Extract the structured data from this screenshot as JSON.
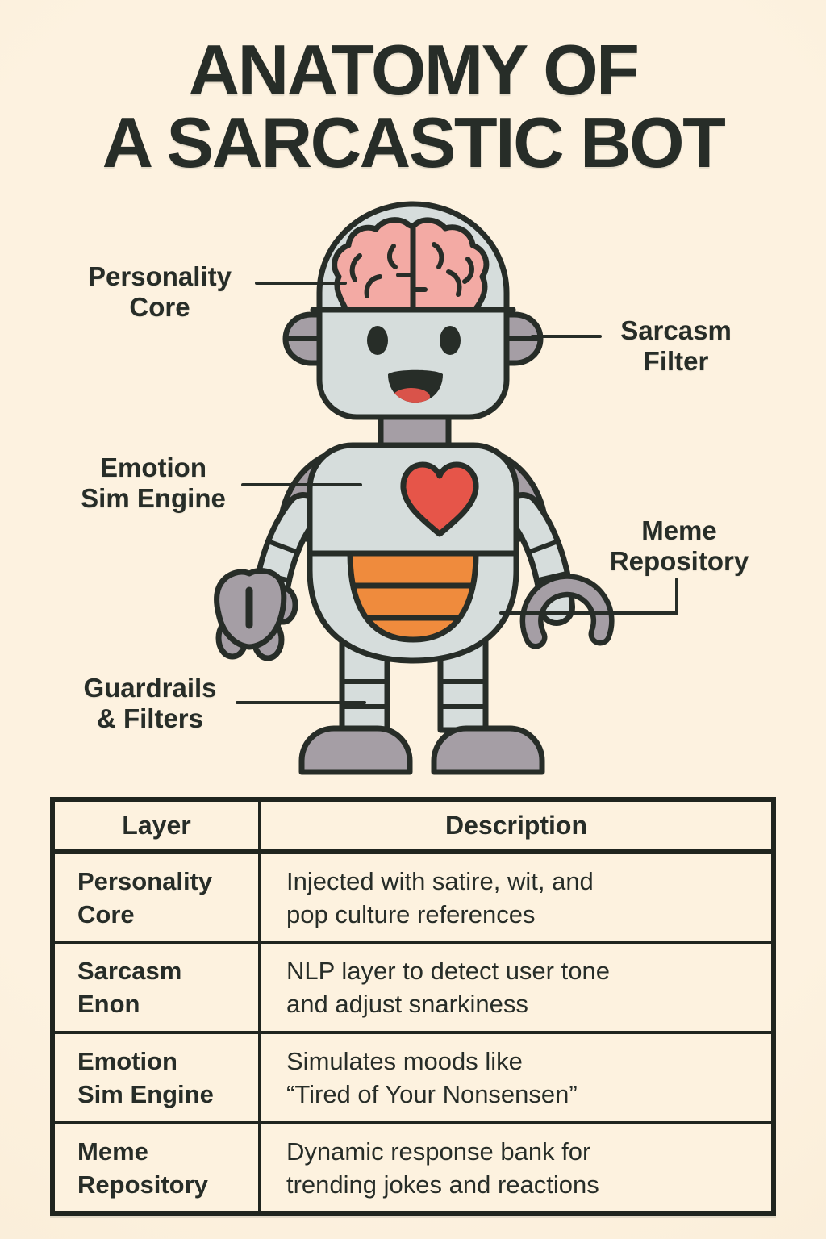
{
  "title": {
    "line1": "ANATOMY OF",
    "line2": "A SARCASTIC BOT"
  },
  "callouts": [
    {
      "line1": "Personality",
      "line2": "Core"
    },
    {
      "line1": "Sarcasm",
      "line2": "Filter"
    },
    {
      "line1": "Emotion",
      "line2": "Sim Engine"
    },
    {
      "line1": "Meme",
      "line2": "Repository"
    },
    {
      "line1": "Guardrails",
      "line2": "& Filters"
    }
  ],
  "robot": {
    "icon_parts": [
      "brain-icon",
      "ear-icon-left",
      "ear-icon-right",
      "eye-icon-left",
      "eye-icon-right",
      "smile-mouth-icon",
      "heart-icon",
      "striped-belly-panel-icon",
      "shield-hand-icon",
      "claw-hand-icon"
    ]
  },
  "table": {
    "headers": [
      "Layer",
      "Description"
    ],
    "rows": [
      {
        "layer": [
          "Personality",
          "Core"
        ],
        "description": [
          "Injected with satire, wit, and",
          "pop culture references"
        ]
      },
      {
        "layer": [
          "Sarcasm",
          "Enon"
        ],
        "description": [
          "NLP layer to detect user tone",
          "and adjust snarkiness"
        ]
      },
      {
        "layer": [
          "Emotion",
          "Sim Engine"
        ],
        "description": [
          "Simulates moods like",
          "“Tired of Your Nonsensen”"
        ]
      },
      {
        "layer": [
          "Meme",
          "Repository"
        ],
        "description": [
          "Dynamic response bank for",
          "trending jokes and reactions"
        ]
      }
    ]
  },
  "colors": {
    "background": "#fcf0db",
    "ink": "#272d28",
    "body_gray": "#d6dddc",
    "accent_gray": "#a59ea5",
    "brain_pink": "#f3aaa4",
    "heart_red": "#e65549",
    "belly_orange": "#ef8b3d"
  }
}
